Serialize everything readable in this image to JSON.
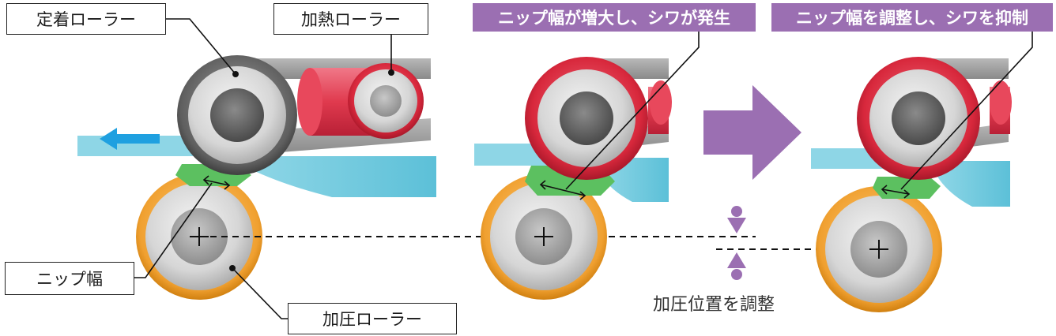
{
  "labels": {
    "fixing_roller": "定着ローラー",
    "heating_roller": "加熱ローラー",
    "nip_width": "ニップ幅",
    "pressure_roller": "加圧ローラー",
    "adjust_position": "加圧位置を調整"
  },
  "captions": {
    "wrinkle_occurs": "ニップ幅が増大し、シワが発生",
    "wrinkle_suppressed": "ニップ幅を調整し、シワを抑制"
  },
  "colors": {
    "fixing_gray": "#6b6b6b",
    "heating_red": "#e04a5a",
    "pressure_orange": "#f0a030",
    "paper_blue": "#7fd0e0",
    "nip_green": "#5cc060",
    "accent_purple": "#9b6fb2",
    "flow_arrow_blue": "#1fa0e0"
  }
}
